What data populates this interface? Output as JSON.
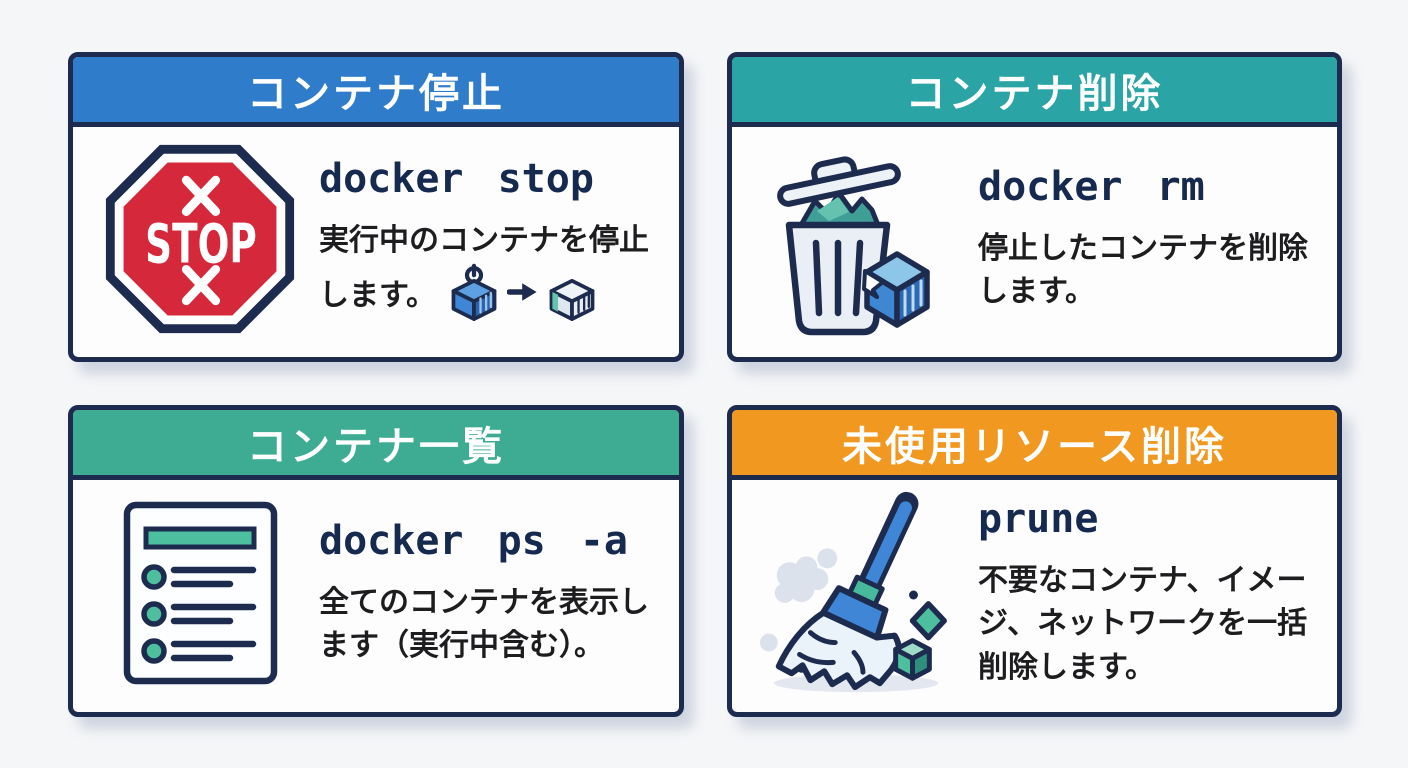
{
  "page": {
    "background_color": "#f5f6f8",
    "layout": "2x2-card-grid"
  },
  "colors": {
    "card_border": "#1d2c4e",
    "card_background": "#fdfdfe",
    "header_container_stop": "#2f7ccb",
    "header_container_remove": "#2aa4a4",
    "header_container_list": "#3dac93",
    "header_prune": "#f0981f",
    "command_text": "#16294e",
    "description_text": "#1d1d1f",
    "stop_sign_red": "#d5293b",
    "teal_accent": "#4dbf9e",
    "container_blue": "#3f86d6"
  },
  "cards": [
    {
      "id": "container-stop",
      "title": "コンテナ停止",
      "header_style": "background-color:#2f7ccb",
      "command": "docker stop",
      "description": "実行中のコンテナを停止します。",
      "icon": "stop-sign-icon",
      "icon_label": "STOP",
      "inline_icons": [
        "container-running-icon",
        "arrow-right-icon",
        "container-stopped-icon"
      ]
    },
    {
      "id": "container-remove",
      "title": "コンテナ削除",
      "header_style": "background-color:#2aa4a4",
      "command": "docker rm",
      "description": "停止したコンテナを削除します。",
      "icon": "trash-can-icon"
    },
    {
      "id": "container-list",
      "title": "コンテナ一覧",
      "header_style": "background-color:#3dac93",
      "command": "docker ps -a",
      "description": "全てのコンテナを表示します（実行中含む）。",
      "icon": "list-document-icon"
    },
    {
      "id": "prune-resources",
      "title": "未使用リソース削除",
      "header_style": "background-color:#f0981f",
      "command": "prune",
      "description": "不要なコンテナ、イメージ、ネットワークを一括削除します。",
      "icon": "broom-icon"
    }
  ]
}
